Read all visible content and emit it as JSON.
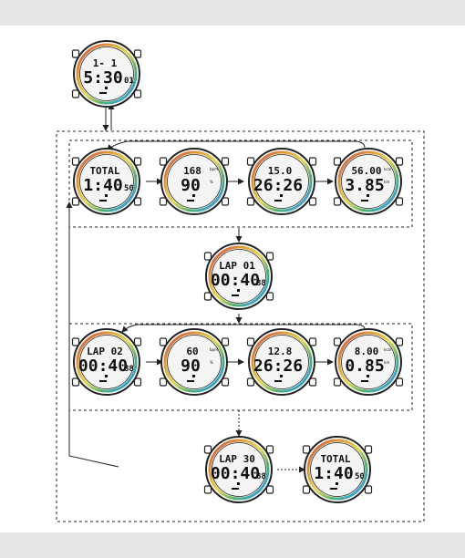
{
  "colors": {
    "band": "#e7e7e8",
    "bezel_stops": [
      "#d0453f",
      "#e0a23b",
      "#e8d84a",
      "#53b36a",
      "#3aa3c9",
      "#5a7bd0"
    ],
    "line": "#222222"
  },
  "watches": [
    {
      "id": "time",
      "top": "1-  1",
      "main": "5:30",
      "sub": "01",
      "sideA": "",
      "sideB": ""
    },
    {
      "id": "total-1",
      "top": "TOTAL",
      "main": "1:40",
      "sub": "50",
      "sideA": "",
      "sideB": ""
    },
    {
      "id": "total-2",
      "top": "168",
      "main": "90",
      "sub": "",
      "sideA": "bpm",
      "sideB": "%"
    },
    {
      "id": "total-3",
      "top": "15.0",
      "main": "26:26",
      "sub": "",
      "sideA": "",
      "sideB": ""
    },
    {
      "id": "total-4",
      "top": "56.00",
      "main": "3.85",
      "sub": "",
      "sideA": "kcal",
      "sideB": "km"
    },
    {
      "id": "lap-01",
      "top": "LAP 01",
      "main": "00:40",
      "sub": "88",
      "sideA": "",
      "sideB": ""
    },
    {
      "id": "lap02-1",
      "top": "LAP 02",
      "main": "00:40",
      "sub": "88",
      "sideA": "",
      "sideB": ""
    },
    {
      "id": "lap02-2",
      "top": "60",
      "main": "90",
      "sub": "",
      "sideA": "bpm",
      "sideB": "%"
    },
    {
      "id": "lap02-3",
      "top": "12.8",
      "main": "26:26",
      "sub": "",
      "sideA": "",
      "sideB": ""
    },
    {
      "id": "lap02-4",
      "top": "8.00",
      "main": "0.85",
      "sub": "",
      "sideA": "kcal",
      "sideB": "km"
    },
    {
      "id": "lap-30",
      "top": "LAP 30",
      "main": "00:40",
      "sub": "88",
      "sideA": "",
      "sideB": ""
    },
    {
      "id": "total-final",
      "top": "TOTAL",
      "main": "1:40",
      "sub": "50",
      "sideA": "",
      "sideB": ""
    }
  ]
}
